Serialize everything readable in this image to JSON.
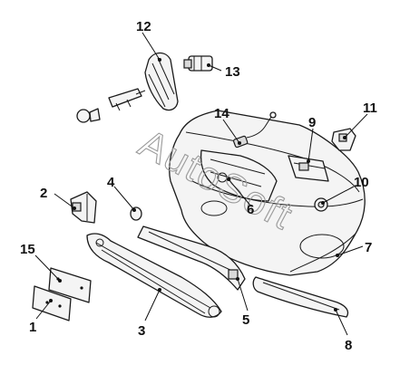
{
  "diagram": {
    "callouts": [
      {
        "id": "c1",
        "label": "1"
      },
      {
        "id": "c2",
        "label": "2"
      },
      {
        "id": "c3",
        "label": "3"
      },
      {
        "id": "c4",
        "label": "4"
      },
      {
        "id": "c5",
        "label": "5"
      },
      {
        "id": "c6",
        "label": "6"
      },
      {
        "id": "c7",
        "label": "7"
      },
      {
        "id": "c8",
        "label": "8"
      },
      {
        "id": "c9",
        "label": "9"
      },
      {
        "id": "c10",
        "label": "10"
      },
      {
        "id": "c11",
        "label": "11"
      },
      {
        "id": "c12",
        "label": "12"
      },
      {
        "id": "c13",
        "label": "13"
      },
      {
        "id": "c14",
        "label": "14"
      },
      {
        "id": "c15",
        "label": "15"
      }
    ],
    "watermark": "AutoSoft"
  }
}
